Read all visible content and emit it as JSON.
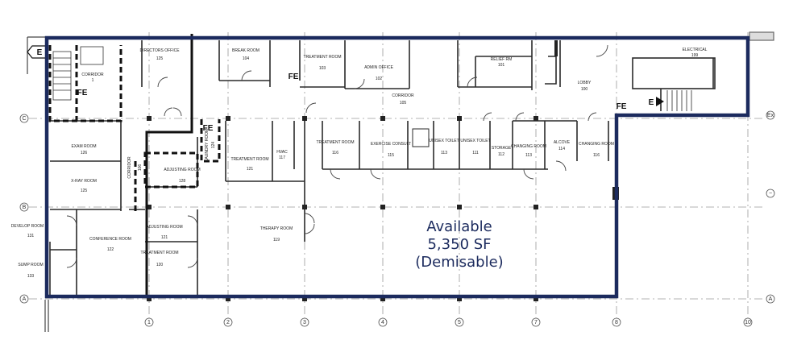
{
  "callout": {
    "line1": "Available",
    "line2": "5,350 SF",
    "line3": "(Demisable)"
  },
  "colors": {
    "outline": "#1c2b5e",
    "walls": "#2a2a2a",
    "grid": "#9a9a9a",
    "callout_text": "#1c2b5e"
  },
  "fe_labels": [
    "FE",
    "FE",
    "FE",
    "FE"
  ],
  "exit_labels": [
    "E",
    "E"
  ],
  "grid_columns": [
    "1",
    "2",
    "3",
    "4",
    "5",
    "7",
    "8",
    "10"
  ],
  "grid_rows": [
    "C",
    "B",
    "A"
  ],
  "grid_rows_right": [
    "Ex",
    "−",
    "A"
  ],
  "rooms": [
    {
      "name": "CORRIDOR",
      "num": "1"
    },
    {
      "name": "DIRECTORS OFFICE",
      "num": "125"
    },
    {
      "name": "BREAK ROOM",
      "num": "104"
    },
    {
      "name": "TREATMENT ROOM",
      "num": "103"
    },
    {
      "name": "ADMIN OFFICE",
      "num": "102"
    },
    {
      "name": "RELIEF RM",
      "num": "101"
    },
    {
      "name": "LOBBY",
      "num": "100"
    },
    {
      "name": "ELECTRICAL",
      "num": "199"
    },
    {
      "name": "CORRIDOR",
      "num": "105"
    },
    {
      "name": "EXAM ROOM",
      "num": "126"
    },
    {
      "name": "X-RAY ROOM",
      "num": "125"
    },
    {
      "name": "CORRIDOR",
      "num": "106"
    },
    {
      "name": "ADJUSTING ROOM",
      "num": "128"
    },
    {
      "name": "TREATMENT ROOM",
      "num": "121"
    },
    {
      "name": "HVAC",
      "num": "117"
    },
    {
      "name": "TREATMENT ROOM",
      "num": "116"
    },
    {
      "name": "EXERCISE CONSULT",
      "num": "115"
    },
    {
      "name": "UNISEX TOILET",
      "num": "113"
    },
    {
      "name": "UNISEX TOILET",
      "num": "111"
    },
    {
      "name": "STORAGE",
      "num": "112"
    },
    {
      "name": "CHANGING ROOM",
      "num": "113"
    },
    {
      "name": "ALCOVE",
      "num": "114"
    },
    {
      "name": "CHANGING ROOM",
      "num": "116"
    },
    {
      "name": "DEVELOP ROOM",
      "num": "131"
    },
    {
      "name": "CONFERENCE ROOM",
      "num": "122"
    },
    {
      "name": "ADJUSTING ROOM",
      "num": "121"
    },
    {
      "name": "THERAPY ROOM",
      "num": "119"
    },
    {
      "name": "SUMP ROOM",
      "num": "133"
    },
    {
      "name": "TREATMENT ROOM",
      "num": "120"
    },
    {
      "name": "LAUNDRY ROOM",
      "num": "124"
    }
  ]
}
